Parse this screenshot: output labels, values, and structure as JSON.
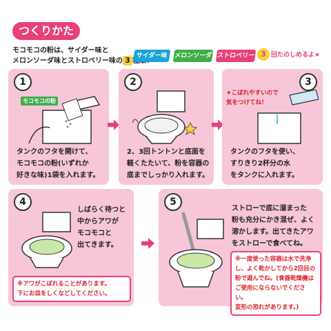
{
  "header": {
    "title": "つくりかた",
    "intro_line1": "モコモコの粉は、サイダー味と",
    "intro_line2_a": "メロンソーダ味とストロベリー味の",
    "intro_line2_num": "3",
    "intro_line2_b": "種類！",
    "flavors": [
      "サイダー味",
      "メロンソーダ味",
      "ストロベリー味"
    ],
    "three_num": "3",
    "three_text": "回たのしめるよ★"
  },
  "colors": {
    "accent": "#e8407a",
    "panel": "#f7c6d9",
    "cider": "#1aa3d8",
    "melon": "#3fae49",
    "warn": "#d8232a"
  },
  "steps": [
    {
      "num": "1",
      "tag": "モコモコの粉",
      "lines": [
        "タンクのフタを開けて、",
        "モコモコの粉(いずれか",
        "好きな味)1袋を入れます。"
      ]
    },
    {
      "num": "2",
      "lines": [
        "2、3回トントンと底面を",
        "軽くたたいて、粉を容器の",
        "底までしっかり入れます。"
      ]
    },
    {
      "num": "3",
      "note_lines": [
        "★こぼれやすいので",
        "気をつけてね！"
      ],
      "lines": [
        "タンクのフタを使い、",
        "すりきり2杯分の水",
        "をタンクに入れます。"
      ]
    },
    {
      "num": "4",
      "lines": [
        "しばらく待つと",
        "中からアワが",
        "モコモコと",
        "出てきます。"
      ],
      "warn_lines": [
        "※アワがこぼれることがあります。",
        "下にお皿をしくなどしてください。"
      ]
    },
    {
      "num": "5",
      "lines": [
        "ストローで底に溜まった",
        "粉も充分にかき混ぜ、よく",
        "溶かします。出てきたアワ",
        "をストローで食べてね。"
      ],
      "warn_lines": [
        "※一度使った容器は水で洗浄",
        "し、よく乾かしてから2回目の",
        "粉で遊んでね。(食器乾燥機は",
        "ご使用にならないでください。",
        "変形の恐れがあります。)"
      ]
    }
  ]
}
